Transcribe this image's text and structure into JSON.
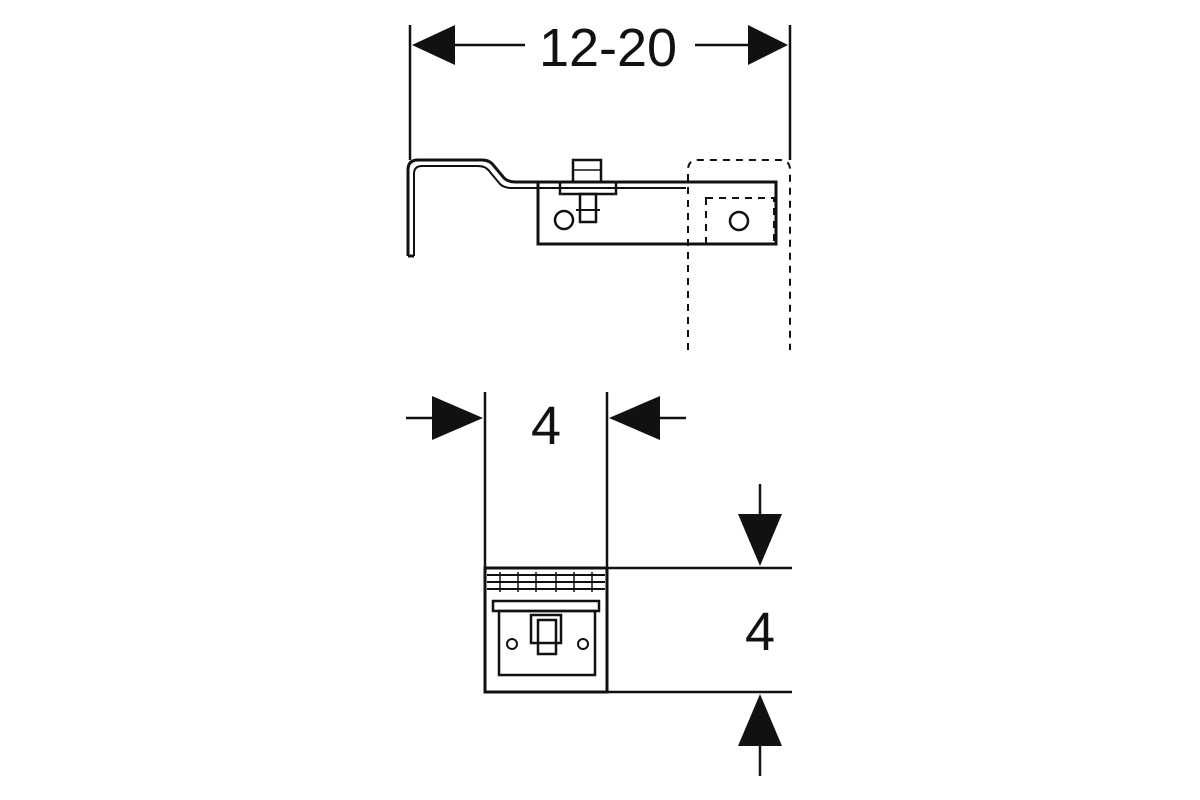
{
  "dimensions": {
    "top_width_label": "12-20",
    "side_width_label": "4",
    "side_height_label": "4"
  },
  "colors": {
    "ink": "#111111",
    "background": "#ffffff"
  }
}
